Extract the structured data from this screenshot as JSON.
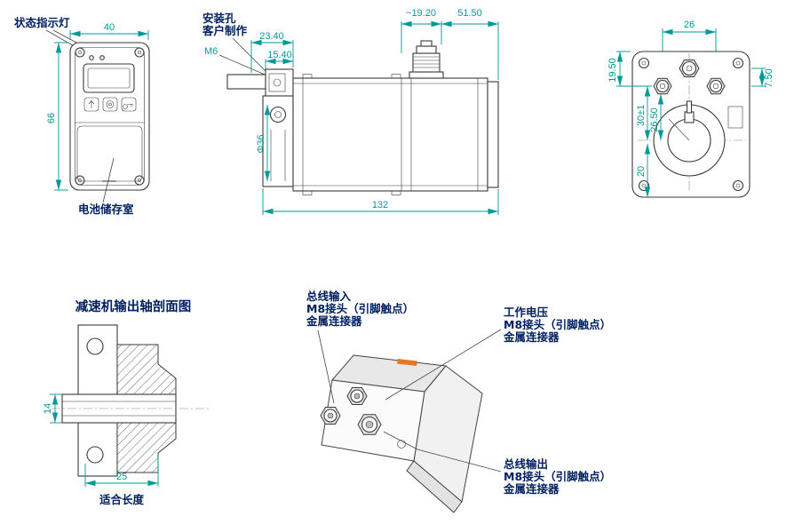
{
  "colors": {
    "dimension": "#009999",
    "label": "#002060",
    "line": "#3a3a3a"
  },
  "front_view": {
    "label_status": "状态指示灯",
    "label_battery": "电池储存室",
    "dim_width": "40",
    "dim_height": "66"
  },
  "side_view": {
    "label_hole_line1": "安装孔",
    "label_hole_line2": "客户制作",
    "label_thread": "M6",
    "dim_bracket": "23.40",
    "dim_bracket_inner": "15.40",
    "dim_shaft_dia": "Φ36",
    "dim_connector": "~19.20",
    "dim_rear_len": "51.50",
    "dim_total_len": "132"
  },
  "rear_view": {
    "dim_conn_spacing": "26",
    "dim_top_offset": "19.50",
    "dim_side_offset": "7.50",
    "dim_center_1": "30±1",
    "dim_center_2": "26.50",
    "dim_bottom": "20"
  },
  "section_view": {
    "title": "减速机输出轴剖面图",
    "dim_bore": "14",
    "dim_length": "25",
    "label_length": "适合长度"
  },
  "iso_view": {
    "bus_input": [
      "总线输入",
      "M8接头（引脚触点）",
      "金属连接器"
    ],
    "voltage": [
      "工作电压",
      "M8接头（引脚触点）",
      "金属连接器"
    ],
    "bus_output": [
      "总线输出",
      "M8接头（引脚触点）",
      "金属连接器"
    ]
  }
}
